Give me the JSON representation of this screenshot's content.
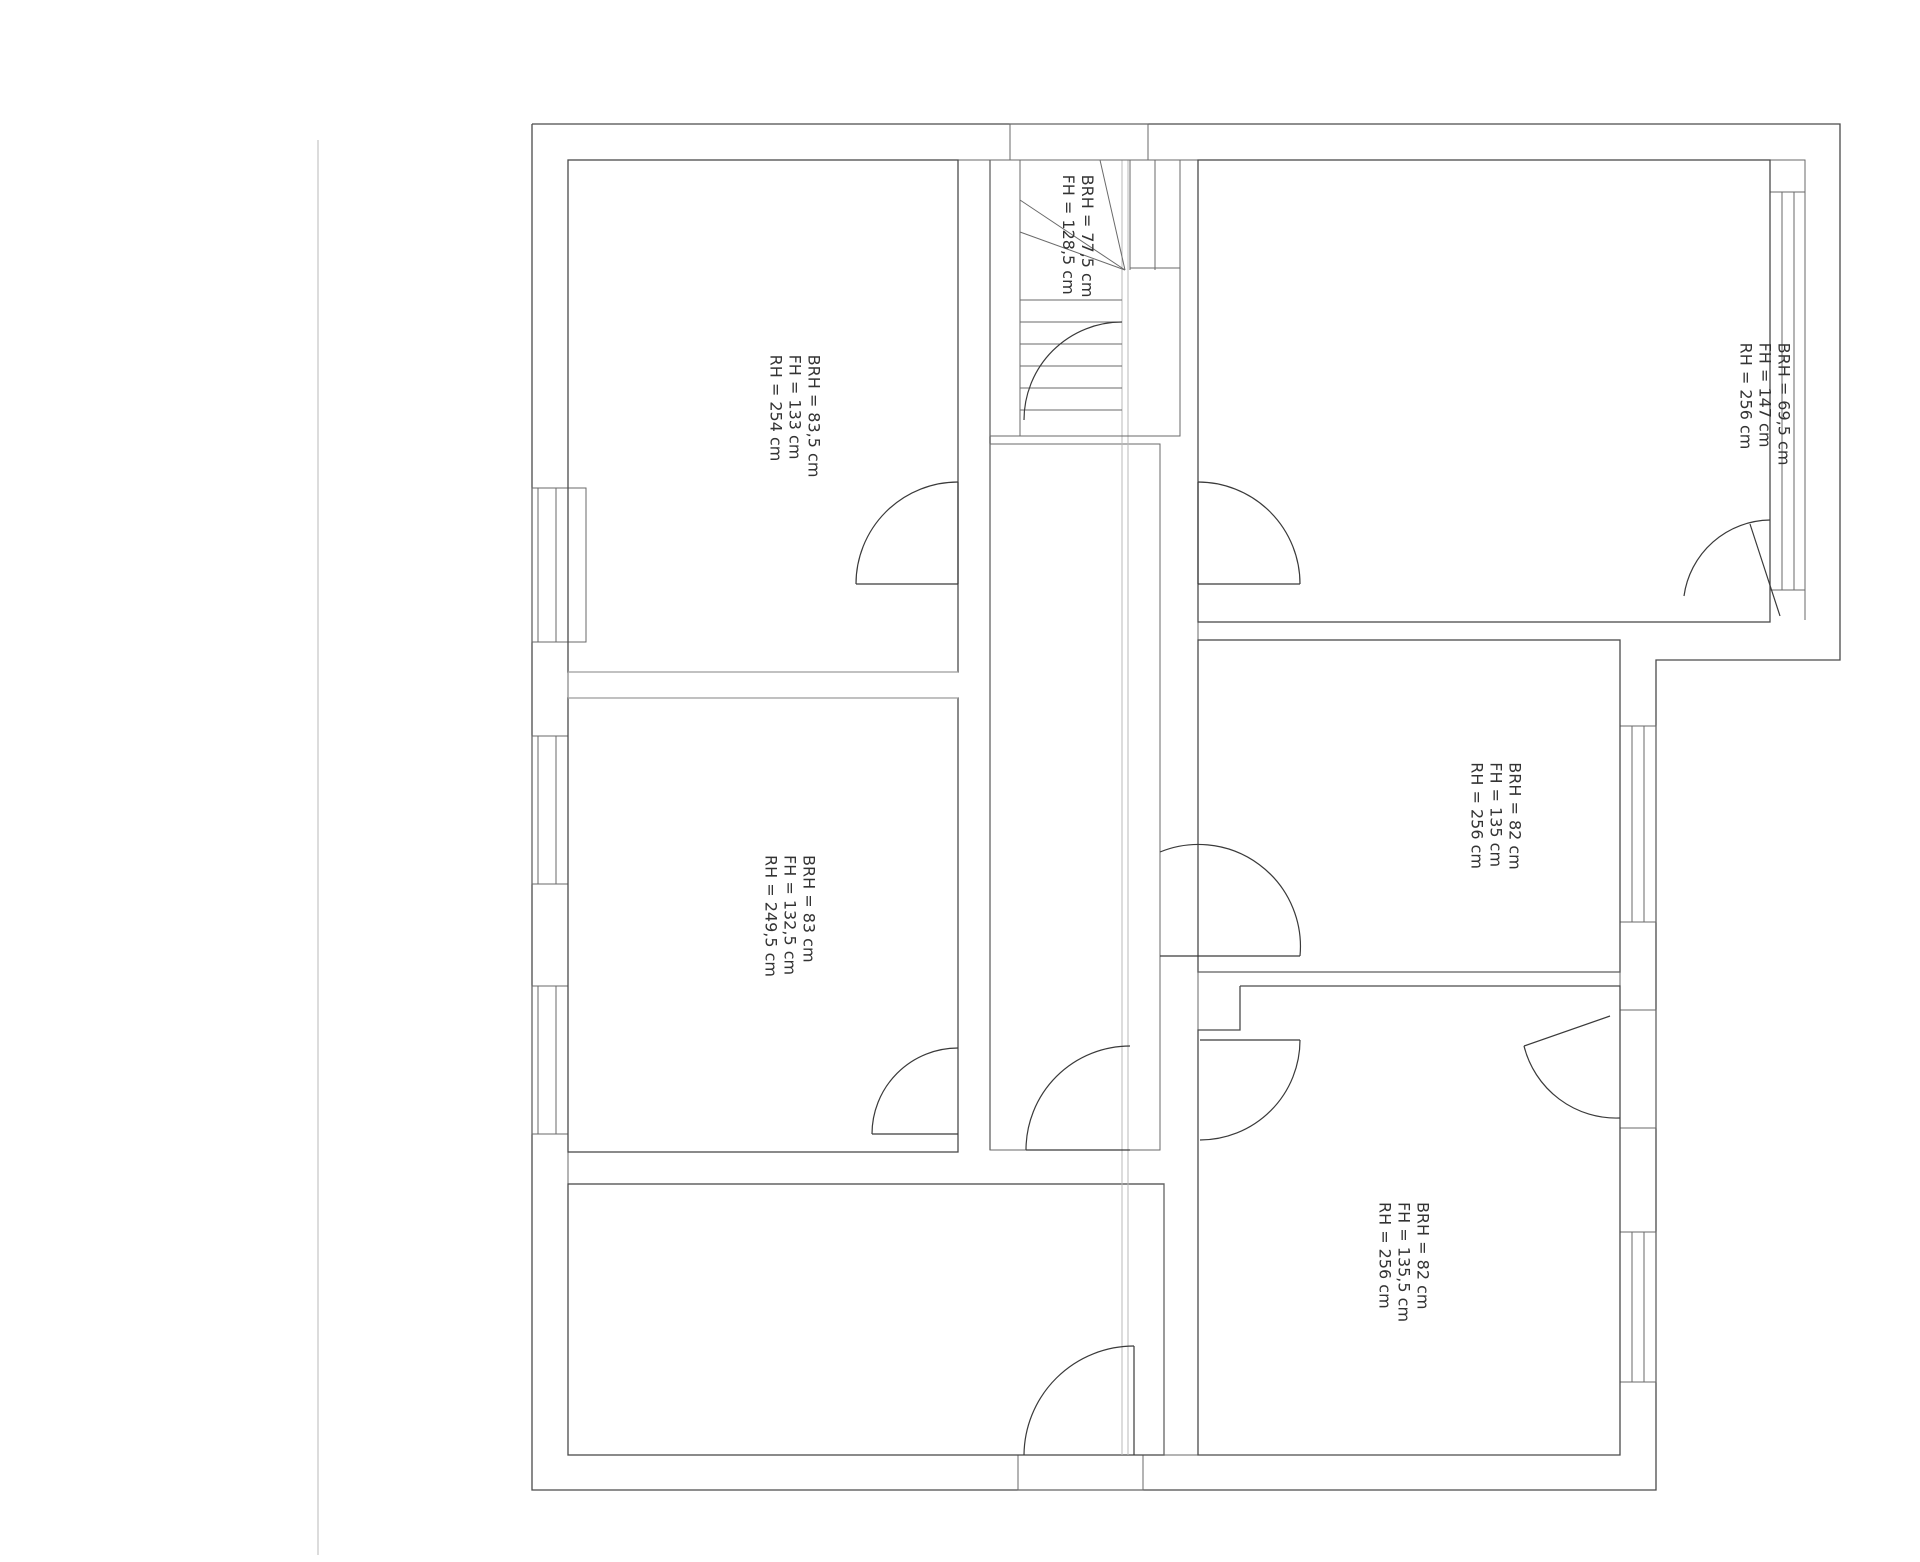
{
  "rooms": [
    {
      "id": "room-top-left",
      "brh": "BRH = 83,5 cm",
      "fh": "FH = 133 cm",
      "rh": "RH = 254 cm"
    },
    {
      "id": "room-middle-left",
      "brh": "BRH = 83 cm",
      "fh": "FH = 132,5 cm",
      "rh": "RH = 249,5 cm"
    },
    {
      "id": "stair",
      "brh": "BRH = 77,5 cm",
      "fh": "FH = 128,5 cm"
    },
    {
      "id": "room-top-right",
      "brh": "BRH = 69,5 cm",
      "fh": "FH = 147 cm",
      "rh": "RH = 256 cm"
    },
    {
      "id": "room-middle-right",
      "brh": "BRH = 82 cm",
      "fh": "FH = 135 cm",
      "rh": "RH = 256 cm"
    },
    {
      "id": "room-bottom-right",
      "brh": "BRH = 82 cm",
      "fh": "FH = 135,5 cm",
      "rh": "RH = 256 cm"
    }
  ]
}
